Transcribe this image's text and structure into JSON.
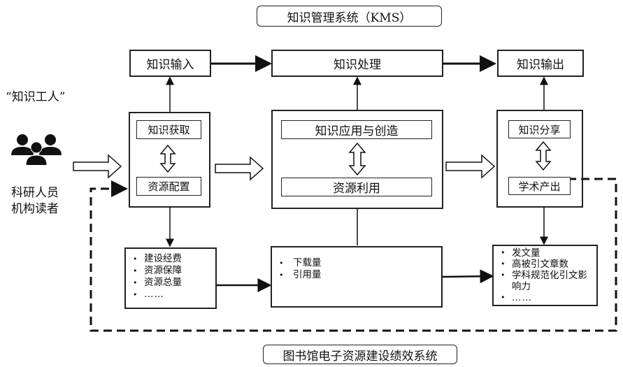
{
  "kms_title": "知识管理系统（KMS）",
  "library_title": "图书馆电子资源建设绩效系统",
  "actor": {
    "quote_label": "“知识工人”",
    "lines": [
      "科研人员",
      "机构读者"
    ],
    "icon": "people-group-icon"
  },
  "stages": {
    "input": "知识输入",
    "processing": "知识处理",
    "output": "知识输出"
  },
  "left_module": {
    "top": "知识获取",
    "bottom": "资源配置"
  },
  "middle_module": {
    "top": "知识应用与创造",
    "bottom": "资源利用"
  },
  "right_module": {
    "top": "知识分享",
    "bottom": "学术产出"
  },
  "indicators": {
    "left": [
      "建设经费",
      "资源保障",
      "资源总量",
      "……"
    ],
    "middle": [
      "下载量",
      "引用量"
    ],
    "right": [
      "发文量",
      "高被引文章数",
      "学科规范化引文影响力",
      "……"
    ]
  }
}
